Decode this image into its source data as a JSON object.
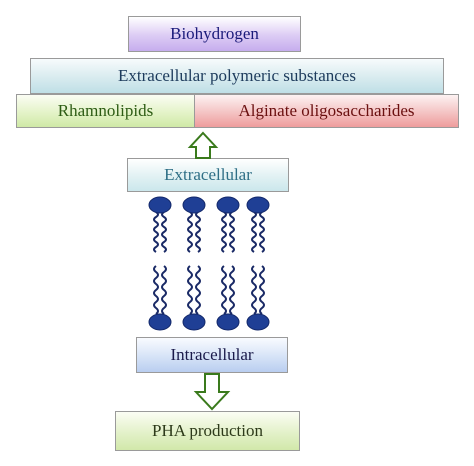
{
  "layers": {
    "biohydrogen": "Biohydrogen",
    "eps": "Extracellular polymeric substances",
    "rhamnolipids": "Rhamnolipids",
    "alginate": "Alginate oligosaccharides"
  },
  "cell": {
    "extracellular": "Extracellular",
    "intracellular": "Intracellular"
  },
  "output": {
    "pha": "PHA production"
  },
  "colors": {
    "arrow_stroke": "#3a7a1c",
    "lipid_head": "#1f3f95",
    "lipid_tail": "#1a2a66"
  }
}
